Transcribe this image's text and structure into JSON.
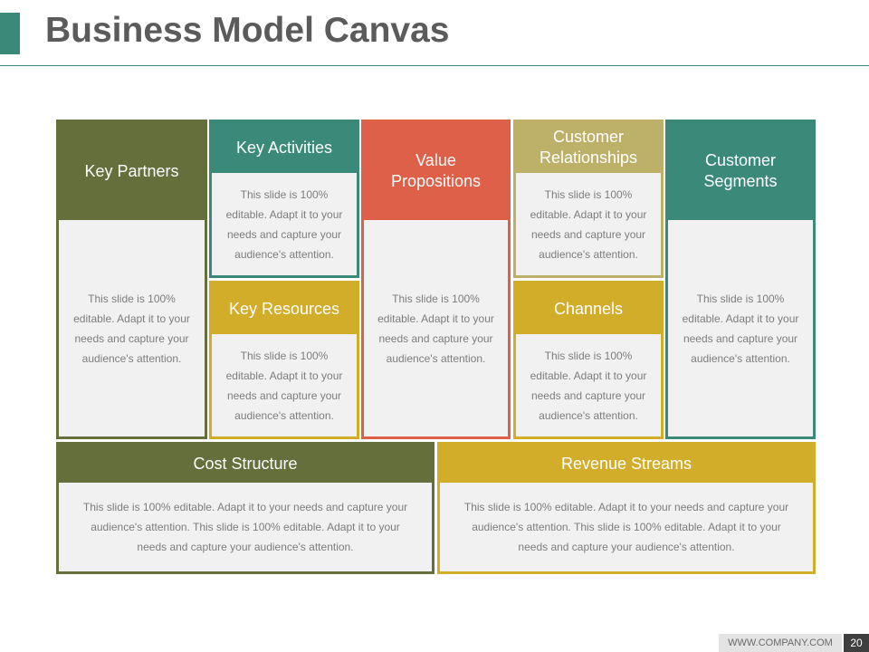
{
  "slide": {
    "title": "Business Model Canvas",
    "footer_url": "WWW.COMPANY.COM",
    "page_number": "20"
  },
  "colors": {
    "olive": "#646f3c",
    "teal": "#3b8a79",
    "red": "#de6048",
    "khaki": "#bdb069",
    "gold": "#d2ad2a"
  },
  "blocks": {
    "key_partners": {
      "title": "Key Partners",
      "text": "This slide is 100% editable. Adapt it to your needs and capture your audience's attention."
    },
    "key_activities": {
      "title": "Key Activities",
      "text": "This slide is 100% editable. Adapt it to your needs and capture your audience's attention."
    },
    "key_resources": {
      "title": "Key Resources",
      "text": "This slide is 100% editable. Adapt it to your needs and capture your audience's attention."
    },
    "value_propositions": {
      "title": "Value\nPropositions",
      "text": "This slide is 100% editable. Adapt it to your needs and capture your audience's attention."
    },
    "customer_relationships": {
      "title": "Customer\nRelationships",
      "text": "This slide is 100% editable. Adapt it to your needs and capture your audience's attention."
    },
    "channels": {
      "title": "Channels",
      "text": "This slide is 100% editable. Adapt it to your needs and capture your audience's attention."
    },
    "customer_segments": {
      "title": "Customer\nSegments",
      "text": "This slide is 100% editable. Adapt it to your needs and capture your audience's attention."
    },
    "cost_structure": {
      "title": "Cost Structure",
      "text": "This slide is 100% editable. Adapt it to your needs and capture your audience's attention. This slide is 100% editable. Adapt it to your needs and capture your audience's attention."
    },
    "revenue_streams": {
      "title": "Revenue Streams",
      "text": "This slide is 100% editable. Adapt it to your needs and capture your audience's attention. This slide is 100% editable. Adapt it to your needs and capture your audience's attention."
    }
  }
}
